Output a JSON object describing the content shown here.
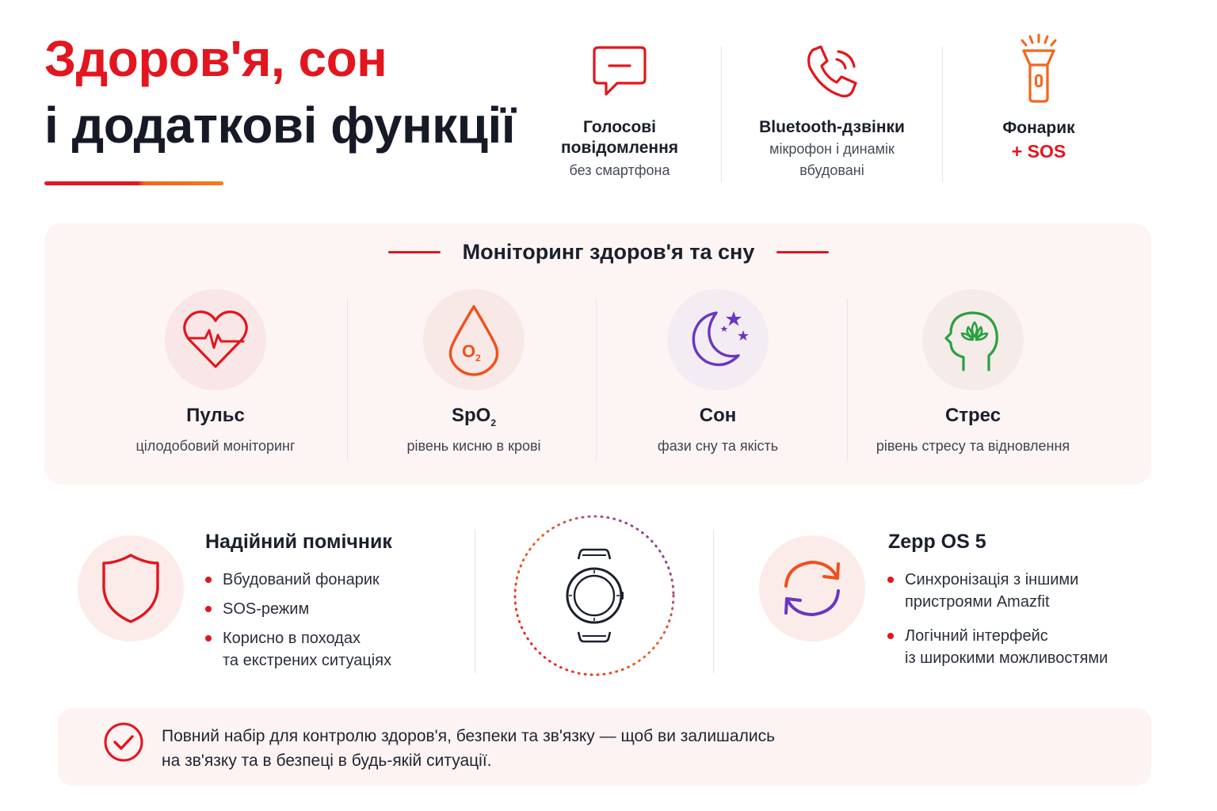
{
  "header": {
    "title_line1": "Здоров'я, сон",
    "title_line2": "і додаткові функції"
  },
  "features": [
    {
      "icon": "message-icon",
      "title": "Голосові\nповідомлення",
      "subtitle": "без смартфона"
    },
    {
      "icon": "phone-call-icon",
      "title": "Bluetooth-дзвінки",
      "subtitle": "мікрофон і динамік\nвбудовані"
    },
    {
      "icon": "flashlight-icon",
      "title": "Фонарик",
      "accent": "+ SOS"
    }
  ],
  "monitoring": {
    "title": "Моніторинг здоров'я та сну",
    "items": [
      {
        "icon": "heart-pulse-icon",
        "name": "Пульс",
        "desc": "цілодобовий моніторинг"
      },
      {
        "icon": "oxygen-drop-icon",
        "name": "SpO",
        "name_sub": "2",
        "desc": "рівень кисню в крові",
        "drop_label": "O",
        "drop_label_sub": "2"
      },
      {
        "icon": "moon-stars-icon",
        "name": "Сон",
        "desc": "фази сну та якість"
      },
      {
        "icon": "head-lotus-icon",
        "name": "Стрес",
        "desc": "рівень стресу та відновлення"
      }
    ]
  },
  "assistant": {
    "icon": "shield-icon",
    "title": "Надійний помічник",
    "bullets": [
      "Вбудований фонарик",
      "SOS-режим",
      "Корисно в походах\nта екстрених ситуаціях"
    ]
  },
  "watch": {
    "icon": "smartwatch-icon"
  },
  "os": {
    "icon": "sync-icon",
    "title": "Zepp OS 5",
    "bullets": [
      "Синхронізація з іншими\nпристроями Amazfit",
      "Логічний інтерфейс\nіз широкими можливостями"
    ]
  },
  "footer": {
    "icon": "check-circle-icon",
    "text": "Повний набір для контролю здоров'я, безпеки та зв'язку — щоб ви залишались\nна зв'язку та в безпеці в будь-якій ситуації."
  },
  "colors": {
    "red": "#e3151e",
    "orange": "#f4651c",
    "purple": "#6a36c2",
    "green": "#2aa040",
    "dark": "#151a26"
  }
}
